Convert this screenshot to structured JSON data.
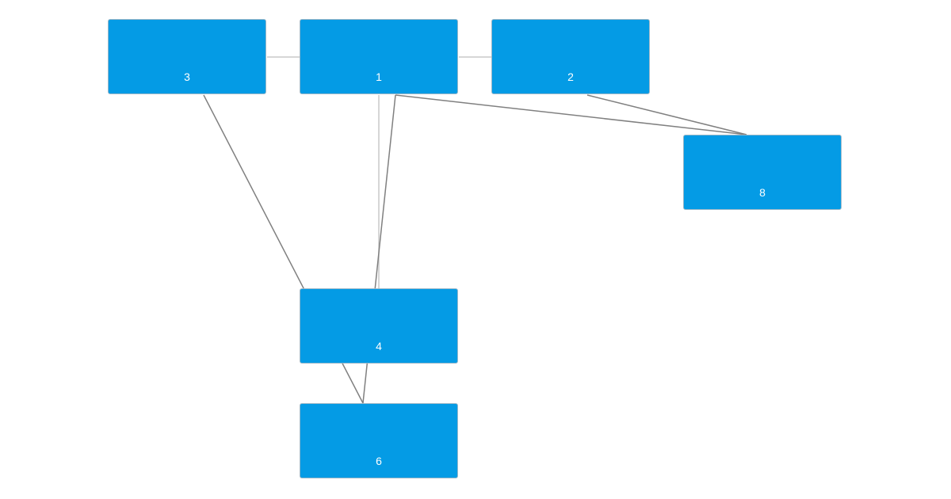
{
  "diagram": {
    "nodes": [
      {
        "id": "n3",
        "label": "3"
      },
      {
        "id": "n1",
        "label": "1"
      },
      {
        "id": "n2",
        "label": "2"
      },
      {
        "id": "n8",
        "label": "8"
      },
      {
        "id": "n4",
        "label": "4"
      },
      {
        "id": "n6",
        "label": "6"
      }
    ],
    "edges": [
      {
        "from": "1",
        "to": "3"
      },
      {
        "from": "1",
        "to": "2"
      },
      {
        "from": "1",
        "to": "4"
      },
      {
        "from": "1",
        "to": "6"
      },
      {
        "from": "1",
        "to": "8"
      },
      {
        "from": "2",
        "to": "8"
      },
      {
        "from": "3",
        "to": "6"
      }
    ]
  },
  "colors": {
    "node_fill": "#049be5",
    "node_border": "#9ab7c8",
    "node_text": "#ffffff",
    "edge_light": "#c8c8c8",
    "edge_dark": "#808080",
    "background": "#ffffff"
  }
}
